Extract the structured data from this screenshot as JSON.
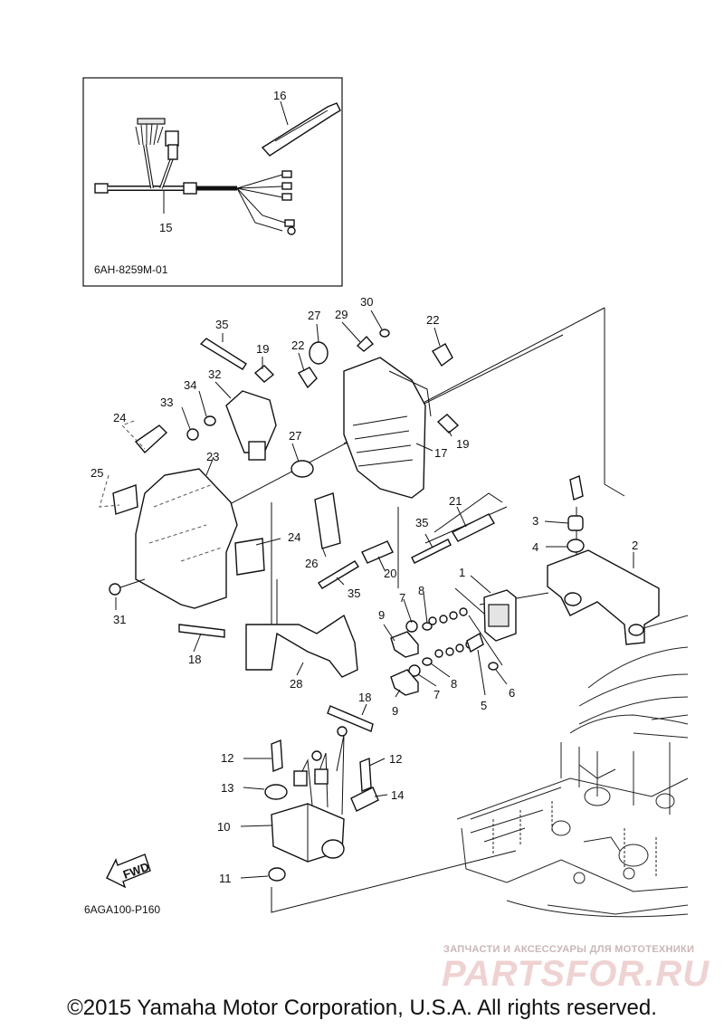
{
  "inset_code": "6AH-8259M-01",
  "diagram_code": "6AGA100-P160",
  "fwd_label": "FWD",
  "copyright": "©2015 Yamaha Motor Corporation, U.S.A. All rights reserved.",
  "watermark": {
    "tagline": "ЗАПЧАСТИ И АКСЕССУАРЫ ДЛЯ МОТОТЕХНИКИ",
    "brand": "PARTSFOR.RU"
  },
  "callouts": {
    "c1": "1",
    "c2": "2",
    "c3": "3",
    "c4": "4",
    "c5": "5",
    "c6": "6",
    "c7a": "7",
    "c7b": "7",
    "c8a": "8",
    "c8b": "8",
    "c9a": "9",
    "c9b": "9",
    "c10": "10",
    "c11": "11",
    "c12a": "12",
    "c12b": "12",
    "c13": "13",
    "c14": "14",
    "c15": "15",
    "c16": "16",
    "c17": "17",
    "c18a": "18",
    "c18b": "18",
    "c19a": "19",
    "c19b": "19",
    "c20": "20",
    "c21": "21",
    "c22a": "22",
    "c22b": "22",
    "c23": "23",
    "c24a": "24",
    "c24b": "24",
    "c25": "25",
    "c26": "26",
    "c27a": "27",
    "c27b": "27",
    "c28": "28",
    "c29": "29",
    "c30": "30",
    "c31": "31",
    "c32": "32",
    "c33": "33",
    "c34": "34",
    "c35a": "35",
    "c35b": "35",
    "c35c": "35"
  }
}
